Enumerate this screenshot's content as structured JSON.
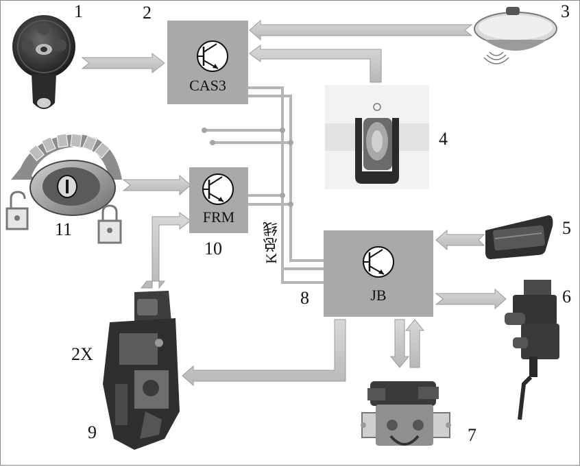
{
  "diagram": {
    "callouts": [
      "1",
      "2",
      "3",
      "4",
      "5",
      "6",
      "7",
      "8",
      "9",
      "10",
      "11",
      "2X"
    ],
    "modules": [
      {
        "id": "cas3",
        "label": "CAS3"
      },
      {
        "id": "frm",
        "label": "FRM"
      },
      {
        "id": "jb",
        "label": "JB"
      }
    ],
    "bus_label": "K总线"
  },
  "colors": {
    "module_fill": "#a9a9a9",
    "arrow_fill": "#c9c9c9",
    "arrow_edge": "#9a9a9a",
    "bus_line": "#b5b5b5",
    "background": "#ffffff"
  },
  "icons": [
    "key-fob-icon",
    "transistor-icon",
    "interior-mirror-sensor-icon",
    "lock-switch-icon",
    "steering-lock-dial-icon",
    "unlocked-padlock-icon",
    "locked-padlock-icon",
    "tailgate-button-icon",
    "fuel-flap-actuator-icon",
    "trunk-latch-icon",
    "door-lock-actuator-icon"
  ]
}
